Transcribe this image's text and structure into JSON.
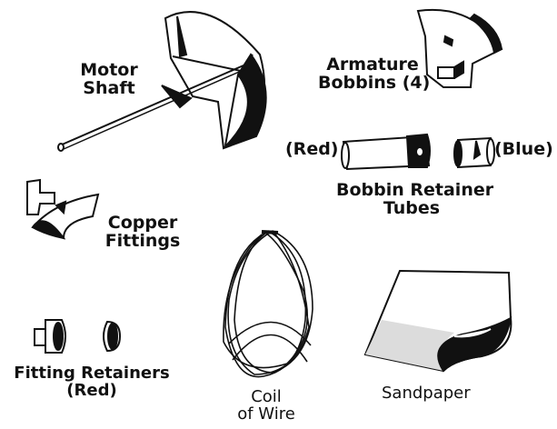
{
  "parts": {
    "motor_shaft": [
      "Motor",
      "Shaft"
    ],
    "armature_bobbins": [
      "Armature",
      "Bobbins (4)"
    ],
    "bobbin_retainer_tubes": [
      "Bobbin Retainer",
      "Tubes"
    ],
    "red_tag": "(Red)",
    "blue_tag": "(Blue)",
    "copper_fittings": [
      "Copper",
      "Fittings"
    ],
    "fitting_retainers": [
      "Fitting Retainers",
      "(Red)"
    ],
    "coil_of_wire": [
      "Coil",
      "of Wire"
    ],
    "sandpaper": "Sandpaper"
  },
  "icons": [
    "motor-shaft-icon",
    "armature-bobbin-icon",
    "bobbin-tube-red-icon",
    "bobbin-tube-blue-icon",
    "copper-fitting-icon",
    "fitting-retainer-icon",
    "coil-of-wire-icon",
    "sandpaper-icon"
  ]
}
